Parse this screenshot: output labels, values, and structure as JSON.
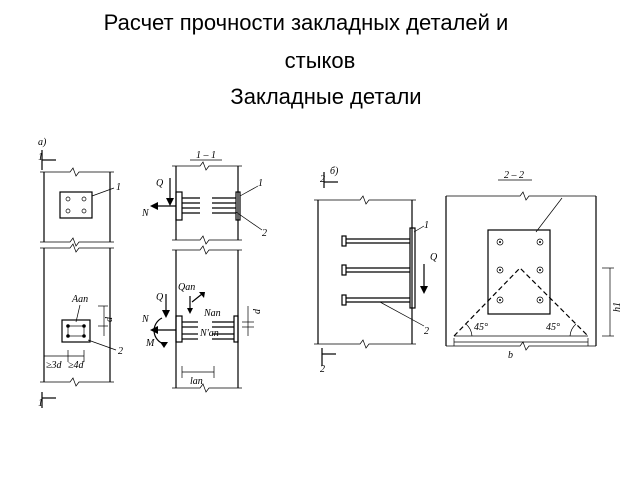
{
  "header": {
    "title_line1": "Расчет прочности закладных деталей и",
    "title_line2": "стыков",
    "subtitle": "Закладные детали"
  },
  "figure": {
    "label_a": "а)",
    "label_b": "б)",
    "section_1_1": "1 – 1",
    "section_2_2": "2 – 2",
    "mark_1": "1",
    "mark_2": "2",
    "force_Q": "Q",
    "force_N": "N",
    "force_M": "M",
    "area_A": "Aan",
    "Qan": "Qan",
    "Nan": "Nan",
    "Nan2": "N'an",
    "lan": "lan",
    "dim_3d": "≥3d",
    "dim_4d": "≥4d",
    "dim_d": "d",
    "dim_b": "b",
    "dim_h1": "h1",
    "angle_45": "45°"
  }
}
